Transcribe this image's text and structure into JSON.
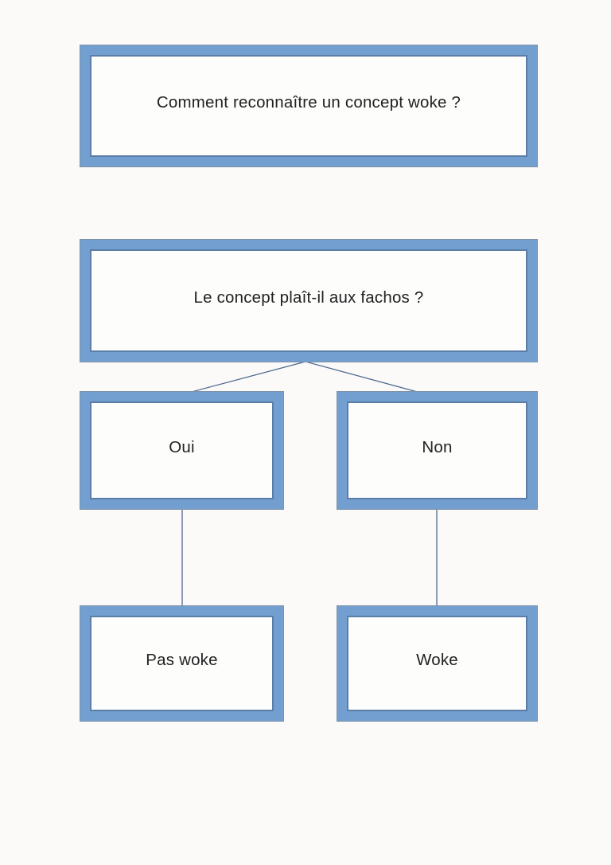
{
  "diagram": {
    "type": "flowchart",
    "nodes": {
      "root": {
        "label": "Comment reconnaître un concept woke ?"
      },
      "question": {
        "label": "Le concept plaît-il aux fachos ?"
      },
      "oui": {
        "label": "Oui"
      },
      "non": {
        "label": "Non"
      },
      "pas_woke": {
        "label": "Pas woke"
      },
      "woke": {
        "label": "Woke"
      }
    },
    "edges": [
      {
        "from": "question",
        "to": "oui"
      },
      {
        "from": "question",
        "to": "non"
      },
      {
        "from": "oui",
        "to": "pas_woke"
      },
      {
        "from": "non",
        "to": "woke"
      }
    ],
    "colors": {
      "frame_fill": "#729fcf",
      "frame_inner_stroke": "#5b7ea8",
      "frame_outer_stroke": "#7e92a8",
      "node_fill": "#fdfdfc",
      "connector": "#4f6b93",
      "text": "#222222",
      "page_background": "#fbfaf8"
    }
  }
}
